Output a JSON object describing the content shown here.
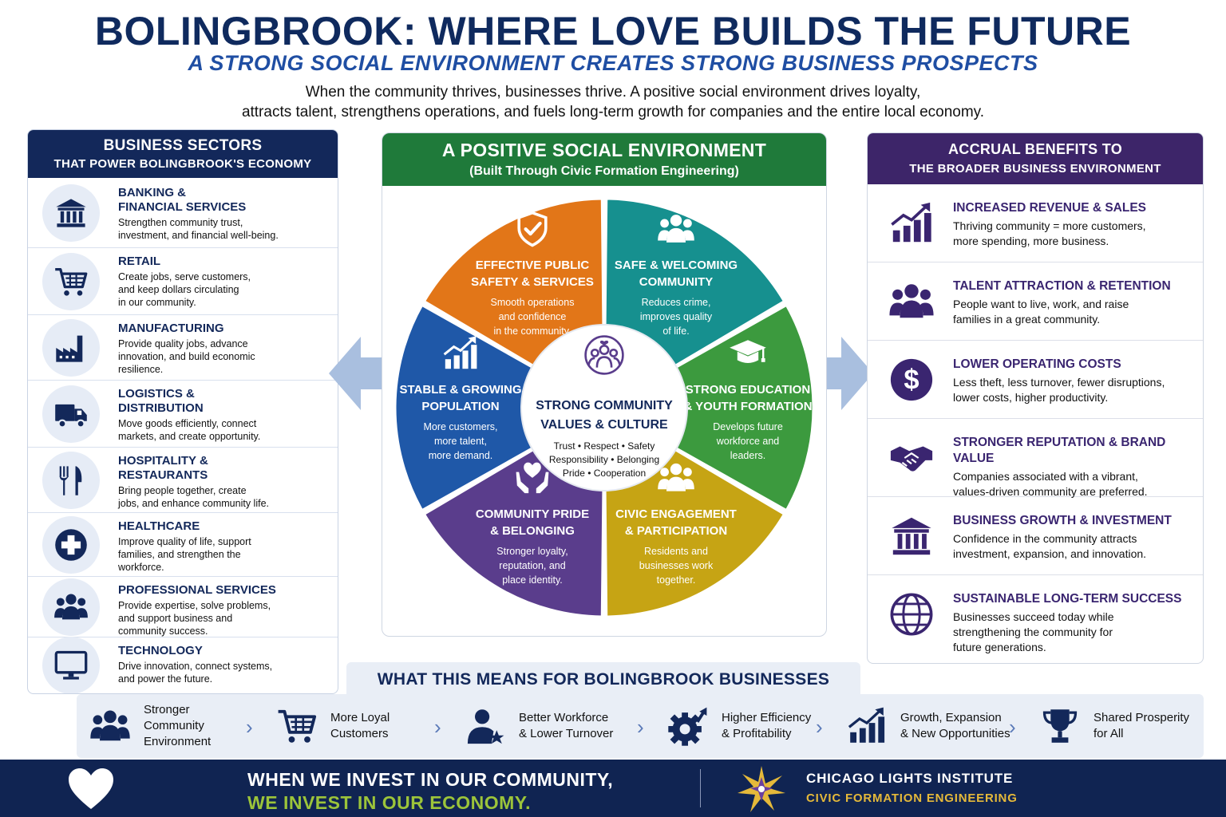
{
  "header": {
    "title": "BOLINGBROOK: WHERE LOVE BUILDS THE FUTURE",
    "subtitle": "A STRONG SOCIAL ENVIRONMENT CREATES STRONG BUSINESS PROSPECTS",
    "intro_line1": "When the community thrives, businesses thrive. A positive social environment drives loyalty,",
    "intro_line2": "attracts talent, strengthens operations, and fuels long-term growth for companies and the entire local economy."
  },
  "sectors": {
    "heading": "BUSINESS SECTORS",
    "subheading": "THAT POWER BOLINGBROOK'S ECONOMY",
    "items": [
      {
        "name": "BANKING &\nFINANCIAL SERVICES",
        "desc": "Strengthen community trust,\ninvestment, and financial well-being.",
        "icon": "bank-icon"
      },
      {
        "name": "RETAIL",
        "desc": "Create jobs, serve customers,\nand keep dollars circulating\nin our community.",
        "icon": "shopping-cart-icon"
      },
      {
        "name": "MANUFACTURING",
        "desc": "Provide quality jobs, advance\ninnovation, and build economic\nresilience.",
        "icon": "factory-icon"
      },
      {
        "name": "LOGISTICS &\nDISTRIBUTION",
        "desc": "Move goods efficiently, connect\nmarkets, and create opportunity.",
        "icon": "truck-icon"
      },
      {
        "name": "HOSPITALITY &\nRESTAURANTS",
        "desc": "Bring people together, create\njobs, and enhance community life.",
        "icon": "fork-knife-icon"
      },
      {
        "name": "HEALTHCARE",
        "desc": "Improve quality of life, support\nfamilies, and strengthen the\nworkforce.",
        "icon": "medical-cross-icon"
      },
      {
        "name": "PROFESSIONAL SERVICES",
        "desc": "Provide expertise, solve problems,\nand support business and\ncommunity success.",
        "icon": "people-group-icon"
      },
      {
        "name": "TECHNOLOGY",
        "desc": "Drive innovation, connect systems,\nand power the future.",
        "icon": "monitor-icon"
      }
    ]
  },
  "environment": {
    "heading": "A POSITIVE SOCIAL ENVIRONMENT",
    "subheading": "(Built Through Civic Formation Engineering)",
    "center": {
      "title_line1": "STRONG COMMUNITY",
      "title_line2": "VALUES & CULTURE",
      "values_line1": "Trust • Respect • Safety",
      "values_line2": "Responsibility • Belonging",
      "values_line3": "Pride • Cooperation"
    },
    "segments": [
      {
        "title1": "SAFE & WELCOMING",
        "title2": "COMMUNITY",
        "d1": "Reduces crime,",
        "d2": "improves quality",
        "d3": "of life.",
        "color": "#16908f",
        "icon": "people-group-icon"
      },
      {
        "title1": "STRONG EDUCATION",
        "title2": "& YOUTH FORMATION",
        "d1": "Develops future",
        "d2": "workforce and",
        "d3": "leaders.",
        "color": "#3c9a3e",
        "icon": "graduation-cap-icon"
      },
      {
        "title1": "CIVIC ENGAGEMENT",
        "title2": "& PARTICIPATION",
        "d1": "Residents and",
        "d2": "businesses work",
        "d3": "together.",
        "color": "#c6a414",
        "icon": "people-group-icon"
      },
      {
        "title1": "COMMUNITY PRIDE",
        "title2": "& BELONGING",
        "d1": "Stronger loyalty,",
        "d2": "reputation, and",
        "d3": "place identity.",
        "color": "#5a3d8c",
        "icon": "heart-hands-icon"
      },
      {
        "title1": "STABLE & GROWING",
        "title2": "POPULATION",
        "d1": "More customers,",
        "d2": "more talent,",
        "d3": "more demand.",
        "color": "#1f58a8",
        "icon": "growth-chart-icon"
      },
      {
        "title1": "EFFECTIVE PUBLIC",
        "title2": "SAFETY & SERVICES",
        "d1": "Smooth operations",
        "d2": "and confidence",
        "d3": "in the community.",
        "color": "#e27618",
        "icon": "shield-check-icon"
      }
    ]
  },
  "benefits": {
    "heading": "ACCRUAL BENEFITS TO",
    "subheading": "THE BROADER BUSINESS ENVIRONMENT",
    "items": [
      {
        "name": "INCREASED REVENUE & SALES",
        "desc": "Thriving community = more customers,\nmore spending, more business.",
        "icon": "growth-chart-icon"
      },
      {
        "name": "TALENT ATTRACTION & RETENTION",
        "desc": "People want to live, work, and raise\nfamilies in a great community.",
        "icon": "people-group-icon"
      },
      {
        "name": "LOWER OPERATING COSTS",
        "desc": "Less theft, less turnover, fewer disruptions,\nlower costs, higher productivity.",
        "icon": "dollar-icon"
      },
      {
        "name": "STRONGER REPUTATION & BRAND VALUE",
        "desc": "Companies associated with a vibrant,\nvalues-driven community are preferred.",
        "icon": "handshake-icon"
      },
      {
        "name": "BUSINESS GROWTH & INVESTMENT",
        "desc": "Confidence in the community attracts\ninvestment, expansion, and innovation.",
        "icon": "bank-icon"
      },
      {
        "name": "SUSTAINABLE LONG-TERM SUCCESS",
        "desc": "Businesses succeed today while\nstrengthening the community for\nfuture generations.",
        "icon": "globe-icon"
      }
    ]
  },
  "means": {
    "heading": "WHAT THIS MEANS FOR BOLINGBROOK BUSINESSES",
    "items": [
      {
        "label": "Stronger\nCommunity\nEnvironment",
        "icon": "people-group-icon"
      },
      {
        "label": "More Loyal\nCustomers",
        "icon": "shopping-cart-icon"
      },
      {
        "label": "Better Workforce\n& Lower Turnover",
        "icon": "worker-star-icon"
      },
      {
        "label": "Higher Efficiency\n& Profitability",
        "icon": "gear-arrow-icon"
      },
      {
        "label": "Growth, Expansion\n& New Opportunities",
        "icon": "growth-chart-icon"
      },
      {
        "label": "Shared Prosperity\nfor All",
        "icon": "trophy-icon"
      }
    ]
  },
  "footer": {
    "line1": "WHEN WE INVEST IN OUR COMMUNITY,",
    "line2": "WE INVEST IN OUR ECONOMY.",
    "org": "CHICAGO LIGHTS INSTITUTE",
    "org_sub": "CIVIC FORMATION ENGINEERING",
    "icon_left": "heart-icon",
    "icon_logo": "star-burst-logo-icon"
  },
  "colors": {
    "navy": "#13285a",
    "green_header": "#1f7a3a",
    "purple_header": "#3d2569",
    "footer_bg": "#102452",
    "footer_accent_green": "#9cc43a",
    "footer_accent_gold": "#e5b93a"
  }
}
